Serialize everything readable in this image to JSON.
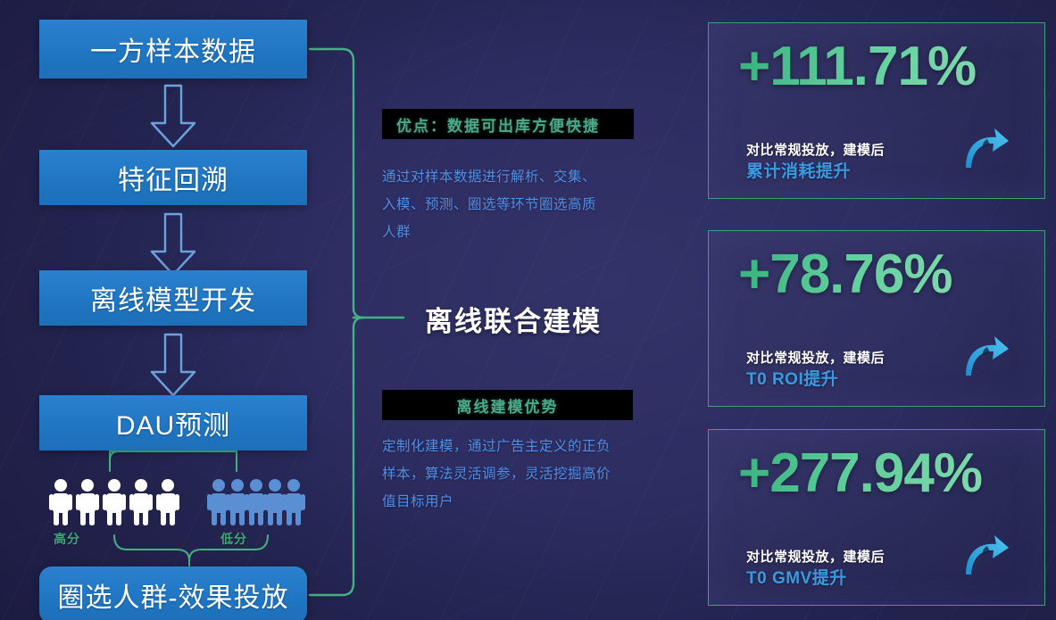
{
  "colors": {
    "background_dark": "#1b1b41",
    "background_mid": "#333369",
    "box_blue": "#2076c2",
    "connector_green": "#45b083",
    "banner_bg": "#000000",
    "banner_text": "#4ca88a",
    "paragraph_blue": "#4f8fe8",
    "card_border": "#3f9e76",
    "percent_green": "#5fcf9b",
    "metric_blue": "#3a9ae0",
    "people_high": "#ffffff",
    "people_low": "#5b8fd4"
  },
  "flow": {
    "boxes": [
      {
        "label": "一方样本数据"
      },
      {
        "label": "特征回溯"
      },
      {
        "label": "离线模型开发"
      },
      {
        "label": "DAU预测"
      },
      {
        "label": "圈选人群-效果投放"
      }
    ],
    "score_groups": [
      {
        "label": "高分",
        "count": 5,
        "tone": "white"
      },
      {
        "label": "低分",
        "count": 5,
        "tone": "blue"
      }
    ]
  },
  "center": {
    "title": "离线联合建模",
    "banner_advantage_data": "优点：数据可出库方便快捷",
    "paragraph_data": "通过对样本数据进行解析、交集、入模、预测、圈选等环节圈选高质人群",
    "banner_advantage_model": "离线建模优势",
    "paragraph_model": "定制化建模，通过广告主定义的正负样本，算法灵活调参，灵活挖掘高价值目标用户"
  },
  "cards": [
    {
      "percent": "+111.71%",
      "subtitle": "对比常规投放，建模后",
      "metric": "累计消耗提升",
      "icon": "curved-up-right-arrow-icon"
    },
    {
      "percent": "+78.76%",
      "subtitle": "对比常规投放，建模后",
      "metric": "T0 ROI提升",
      "icon": "curved-up-right-arrow-icon"
    },
    {
      "percent": "+277.94%",
      "subtitle": "对比常规投放，建模后",
      "metric": "T0 GMV提升",
      "icon": "curved-up-right-arrow-icon"
    }
  ]
}
